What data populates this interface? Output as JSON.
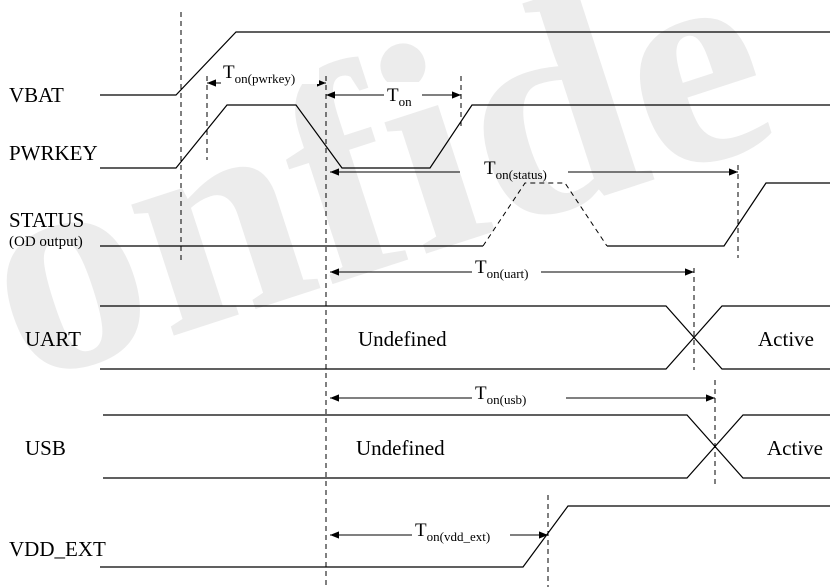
{
  "watermark": "onfide",
  "signals": {
    "vbat": "VBAT",
    "pwrkey": "PWRKEY",
    "status": "STATUS",
    "status_sub": "(OD output)",
    "uart": "UART",
    "usb": "USB",
    "vdd_ext": "VDD_EXT"
  },
  "states": {
    "uart_undefined": "Undefined",
    "uart_active": "Active",
    "usb_undefined": "Undefined",
    "usb_active": "Active"
  },
  "timings": {
    "t_on_pwrkey": {
      "main": "T",
      "sub": "on(pwrkey)"
    },
    "t_on": {
      "main": "T",
      "sub": "on"
    },
    "t_on_status": {
      "main": "T",
      "sub": "on(status)"
    },
    "t_on_uart": {
      "main": "T",
      "sub": "on(uart)"
    },
    "t_on_usb": {
      "main": "T",
      "sub": "on(usb)"
    },
    "t_on_vdd_ext": {
      "main": "T",
      "sub": "on(vdd_ext)"
    }
  }
}
